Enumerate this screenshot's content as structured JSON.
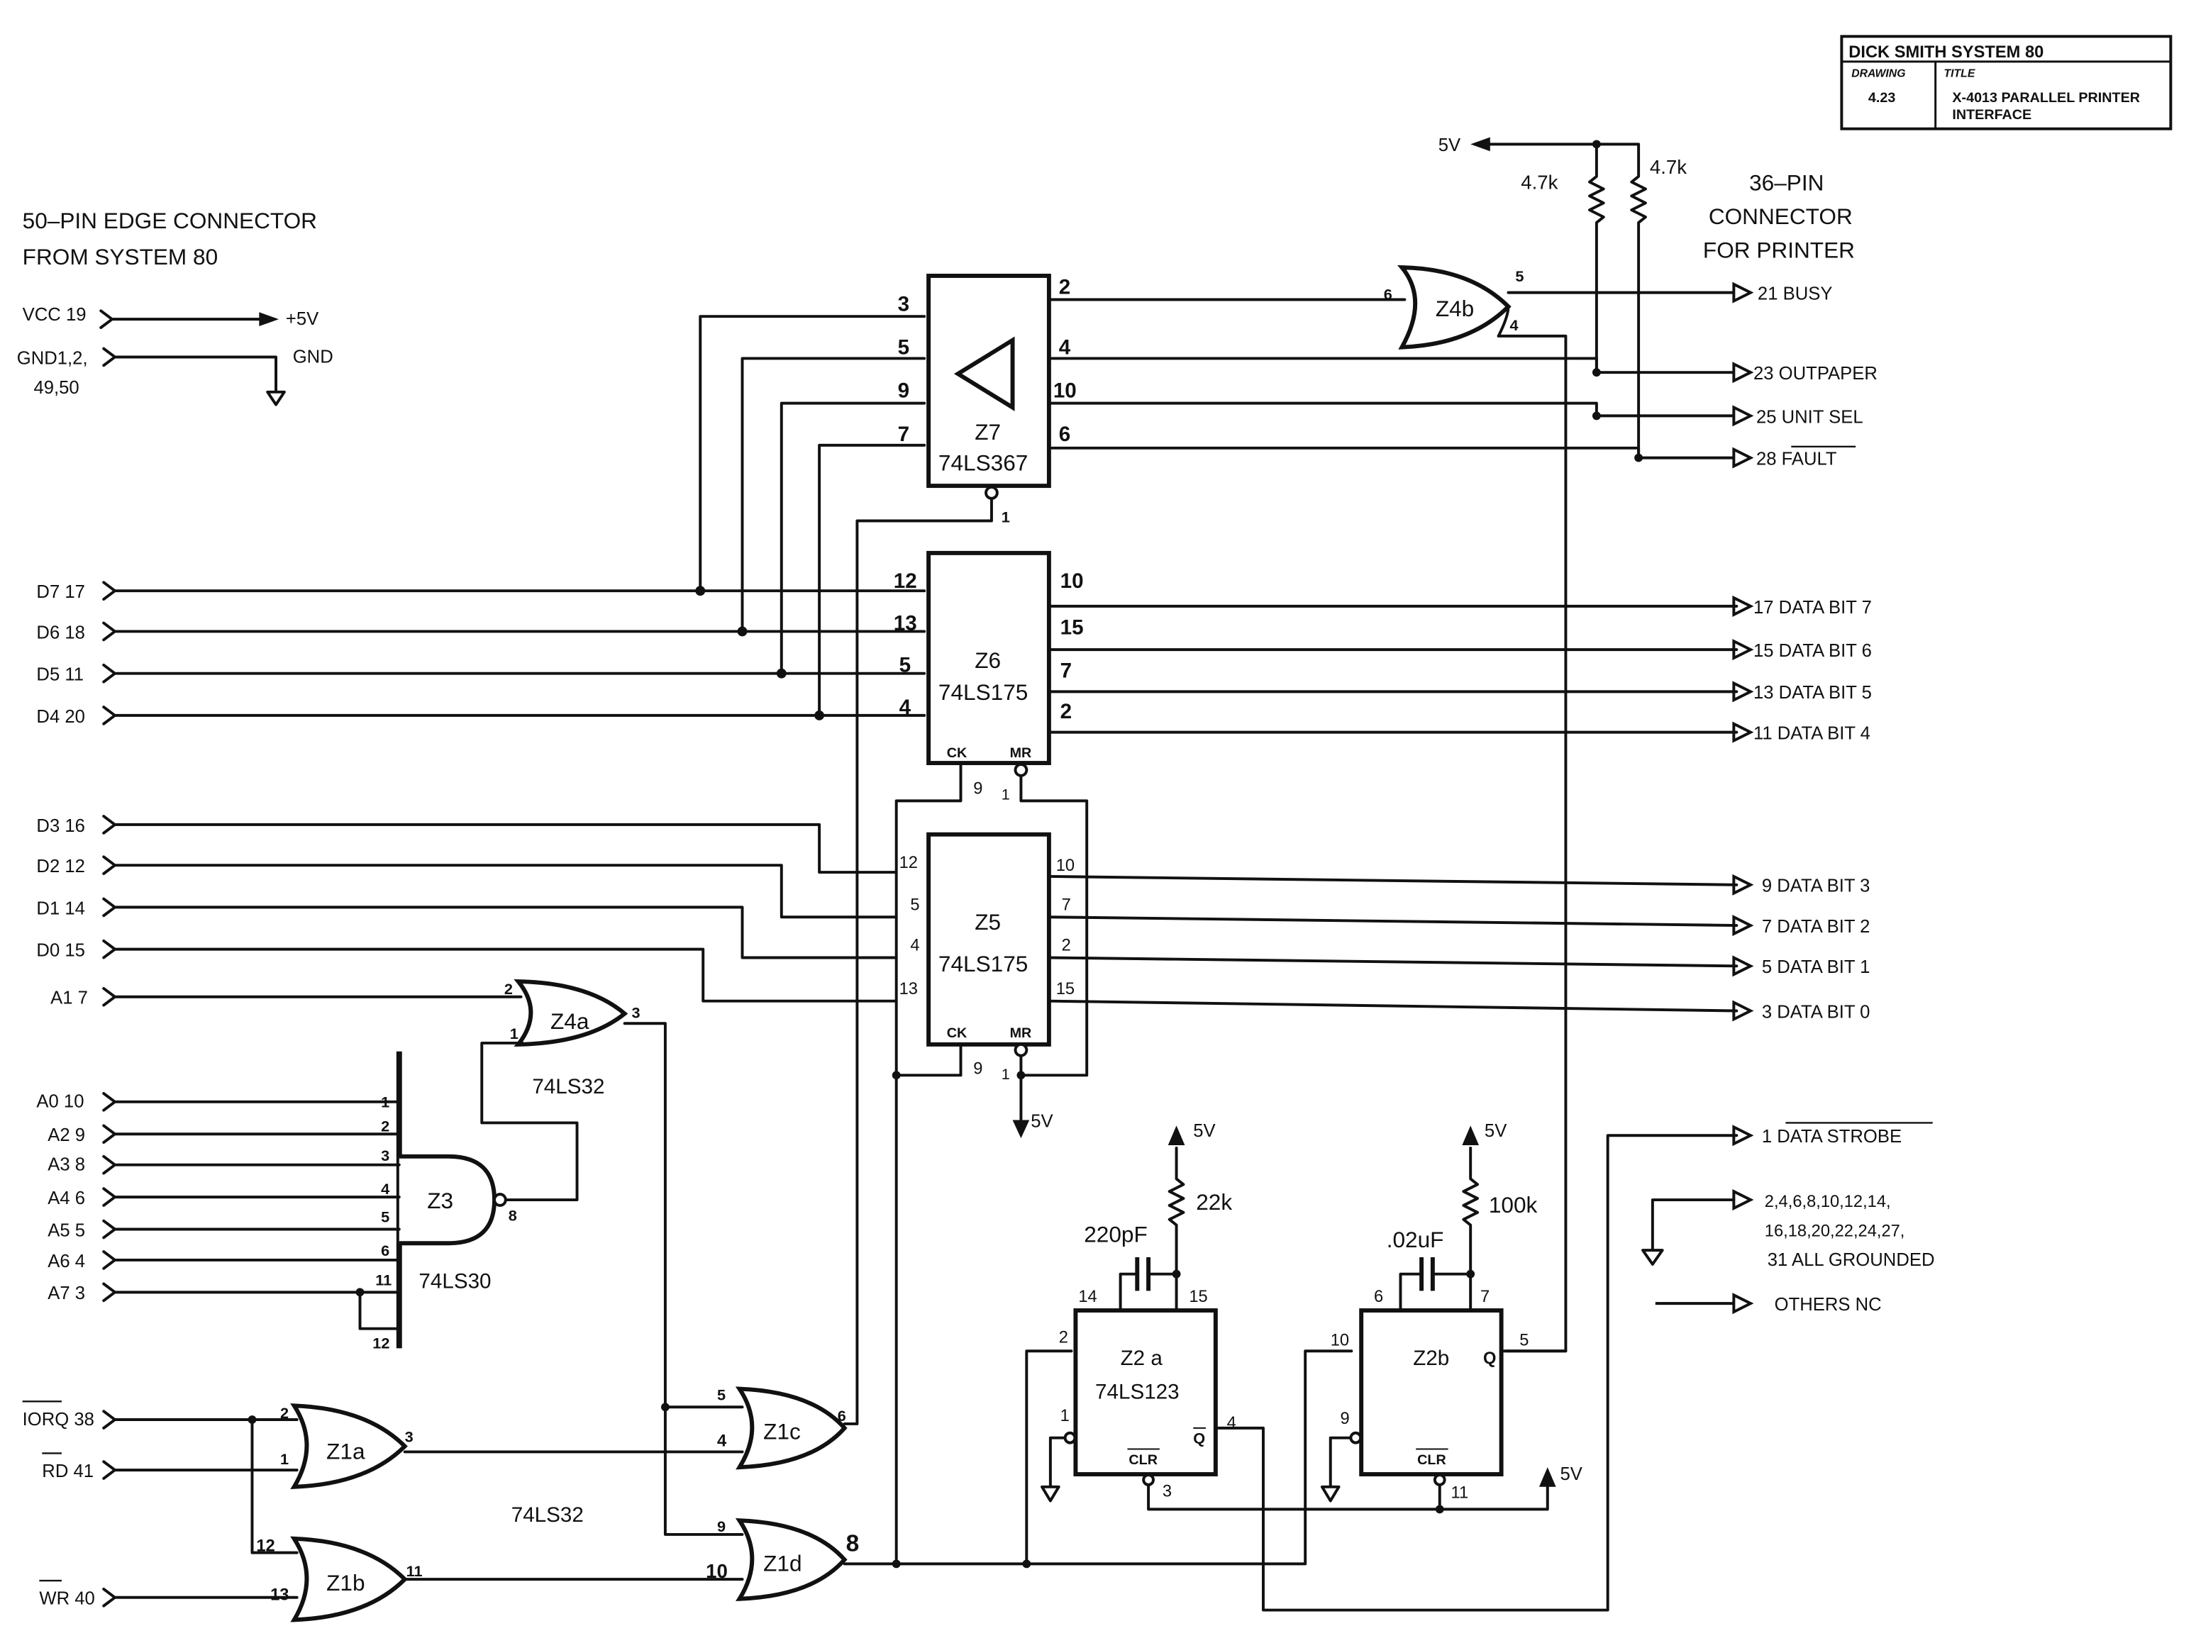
{
  "title_block": {
    "title": "DICK SMITH SYSTEM 80",
    "drawing_label": "DRAWING",
    "drawing_number": "4.23",
    "title_label": "TITLE",
    "title_line1": "X-4013 PARALLEL PRINTER",
    "title_line2": "INTERFACE"
  },
  "edge_connector": {
    "heading_line1": "50–PIN EDGE CONNECTOR",
    "heading_line2": "FROM SYSTEM 80",
    "vcc": "VCC 19",
    "vcc_net": "+5V",
    "gnd_line1": "GND1,2,",
    "gnd_line2": "49,50",
    "gnd_net": "GND",
    "data_inputs": [
      "D7 17",
      "D6 18",
      "D5 11",
      "D4 20",
      "D3 16",
      "D2 12",
      "D1 14",
      "D0 15"
    ],
    "a1": "A1 7",
    "address_inputs": [
      "A0 10",
      "A2 9",
      "A3 8",
      "A4 6",
      "A5 5",
      "A6 4",
      "A7 3"
    ],
    "iorq": "IORQ 38",
    "rd": "RD 41",
    "wr": "WR 40"
  },
  "printer_connector": {
    "heading_line1": "36–PIN",
    "heading_line2": "CONNECTOR",
    "heading_line3": "FOR PRINTER",
    "status_outputs": [
      "21 BUSY",
      "23 OUTPAPER",
      "25 UNIT SEL",
      "28 FAULT"
    ],
    "data_outputs_hi": [
      "17 DATA BIT 7",
      "15 DATA BIT 6",
      "13 DATA BIT 5",
      "11 DATA BIT 4"
    ],
    "data_outputs_lo": [
      "9  DATA BIT 3",
      "7  DATA BIT 2",
      "5   DATA BIT 1",
      "3  DATA BIT 0"
    ],
    "strobe": "1  DATA STROBE",
    "grounded_line1": "2,4,6,8,10,12,14,",
    "grounded_line2": "16,18,20,22,24,27,",
    "grounded_line3": "31  ALL GROUNDED",
    "others": "OTHERS NC"
  },
  "resistors": {
    "r1": "4.7k",
    "r2": "4.7k",
    "r3": "22k",
    "r4": "100k",
    "supply": "5V"
  },
  "capacitors": {
    "c1": "220pF",
    "c2": ".02uF"
  },
  "chips": {
    "z7": {
      "name": "Z7",
      "part": "74LS367",
      "pins_in": [
        "3",
        "5",
        "9",
        "7"
      ],
      "pins_out": [
        "2",
        "4",
        "10",
        "6"
      ],
      "enable_pin": "1"
    },
    "z6": {
      "name": "Z6",
      "part": "74LS175",
      "pins_in": [
        "12",
        "13",
        "5",
        "4"
      ],
      "pins_out": [
        "10",
        "15",
        "7",
        "2"
      ],
      "ck": "CK",
      "mr": "MR",
      "ck_pin": "9",
      "mr_pin": "1"
    },
    "z5": {
      "name": "Z5",
      "part": "74LS175",
      "pins_in": [
        "12",
        "5",
        "4",
        "13"
      ],
      "pins_out": [
        "10",
        "7",
        "2",
        "15"
      ],
      "ck": "CK",
      "mr": "MR",
      "ck_pin": "9",
      "mr_pin": "1",
      "mr_net": "5V"
    },
    "z4a": {
      "name": "Z4a",
      "part": "74LS32",
      "pins": [
        "2",
        "1",
        "3"
      ]
    },
    "z4b": {
      "name": "Z4b",
      "pins": [
        "6",
        "5",
        "4"
      ]
    },
    "z3": {
      "name": "Z3",
      "part": "74LS30",
      "pins": [
        "1",
        "2",
        "3",
        "4",
        "5",
        "6",
        "11",
        "12",
        "8"
      ]
    },
    "z1a": {
      "name": "Z1a",
      "pins": [
        "2",
        "1",
        "3"
      ]
    },
    "z1b": {
      "name": "Z1b",
      "pins": [
        "12",
        "13",
        "11"
      ]
    },
    "z1c": {
      "name": "Z1c",
      "pins": [
        "5",
        "4",
        "6"
      ]
    },
    "z1d": {
      "name": "Z1d",
      "pins": [
        "9",
        "10",
        "8"
      ]
    },
    "z1_part": "74LS32",
    "z2a": {
      "name": "Z2 a",
      "part": "74LS123",
      "pins": [
        "14",
        "15",
        "2",
        "1",
        "4",
        "3"
      ],
      "clr": "CLR",
      "qbar": "Q"
    },
    "z2b": {
      "name": "Z2b",
      "pins": [
        "6",
        "7",
        "10",
        "9",
        "5",
        "11"
      ],
      "clr": "CLR",
      "q": "Q",
      "clr_net": "5V"
    }
  }
}
